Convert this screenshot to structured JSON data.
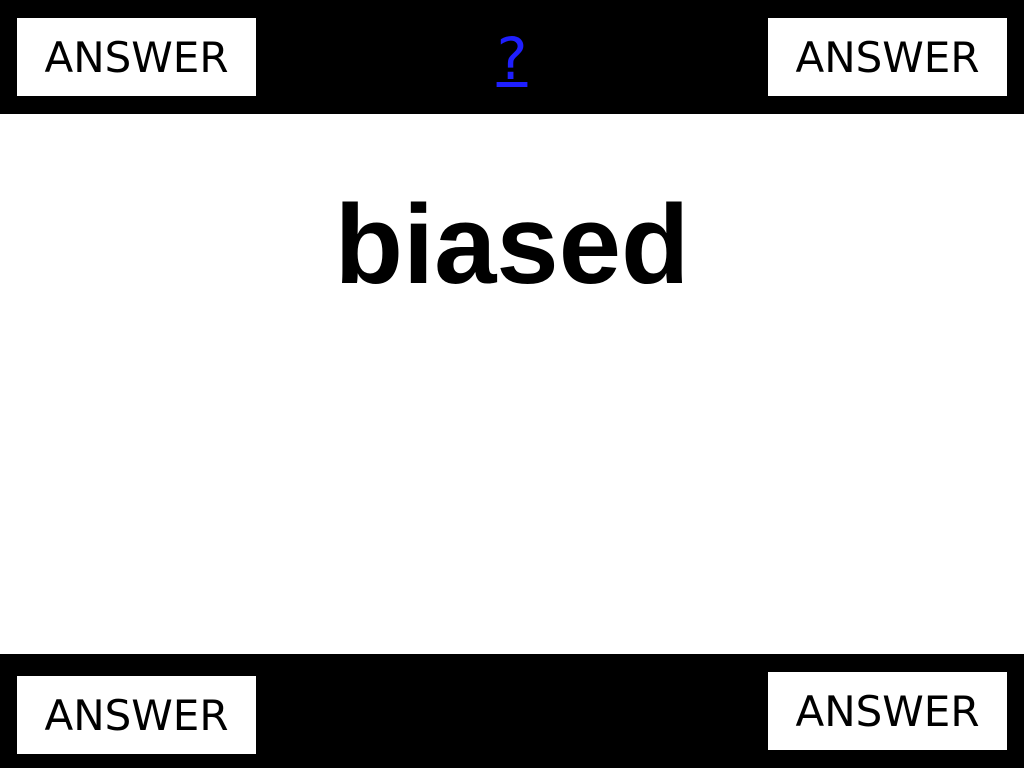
{
  "top_bar": {
    "answer_left": "ANSWER",
    "help_link": "?",
    "answer_right": "ANSWER"
  },
  "main": {
    "word": "biased"
  },
  "bottom_bar": {
    "answer_left": "ANSWER",
    "answer_right": "ANSWER"
  },
  "colors": {
    "bar_background": "#000000",
    "answer_box_background": "#ffffff",
    "link_color": "#1f1fff"
  }
}
